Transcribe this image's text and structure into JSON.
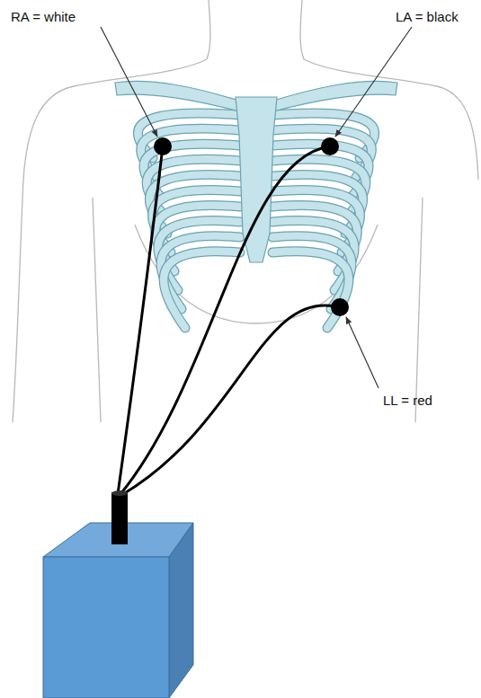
{
  "diagram": {
    "labels": [
      "RA = white",
      "LA = black",
      "LL = red"
    ]
  }
}
